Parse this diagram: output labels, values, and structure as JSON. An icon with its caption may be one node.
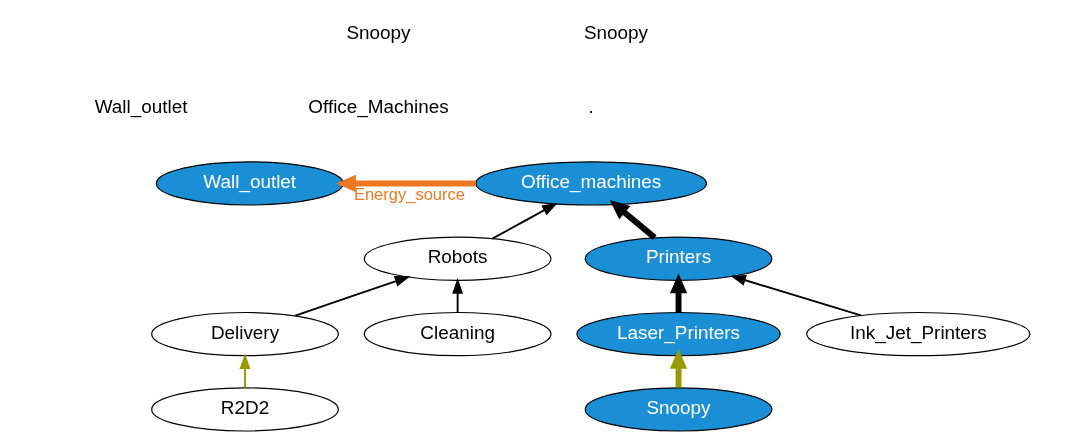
{
  "diagram": {
    "nodes": [
      {
        "text": [
          "Wall_outlet"
        ]
      },
      {
        "text": [
          "Office_machines"
        ]
      },
      {
        "text": [
          "Robots"
        ]
      },
      {
        "text": [
          "Printers"
        ]
      },
      {
        "text": [
          "Delivery"
        ]
      },
      {
        "text": [
          "Cleaning"
        ]
      },
      {
        "text": [
          "Laser_Printers"
        ]
      },
      {
        "text": [
          "Ink_Jet_Printers"
        ]
      },
      {
        "text": [
          "R2D2"
        ]
      },
      {
        "text": [
          "Snoopy"
        ]
      }
    ],
    "edges": [
      {
        "from": 1,
        "to": 0,
        "arrow": "to",
        "label": "Energy_source",
        "color": "#ee7722",
        "style": "thick"
      },
      {
        "from": 2,
        "to": 1,
        "arrow": "to"
      },
      {
        "from": 3,
        "to": 1,
        "arrow": "to",
        "style": "thick"
      },
      {
        "from": 4,
        "to": 2,
        "arrow": "to"
      },
      {
        "from": 5,
        "to": 2,
        "arrow": "to"
      },
      {
        "from": 6,
        "to": 3,
        "arrow": "to",
        "style": "thick"
      },
      {
        "from": 7,
        "to": 3,
        "arrow": "to"
      },
      {
        "from": 8,
        "to": 4,
        "arrow": "to",
        "color": "#999900"
      },
      {
        "from": 9,
        "to": 6,
        "arrow": "to",
        "color": "#999900",
        "style": "thick"
      }
    ],
    "labels": [
      "Snoopy",
      "Snoopy",
      ".",
      "Wall_outlet",
      "Office_Machines"
    ]
  }
}
